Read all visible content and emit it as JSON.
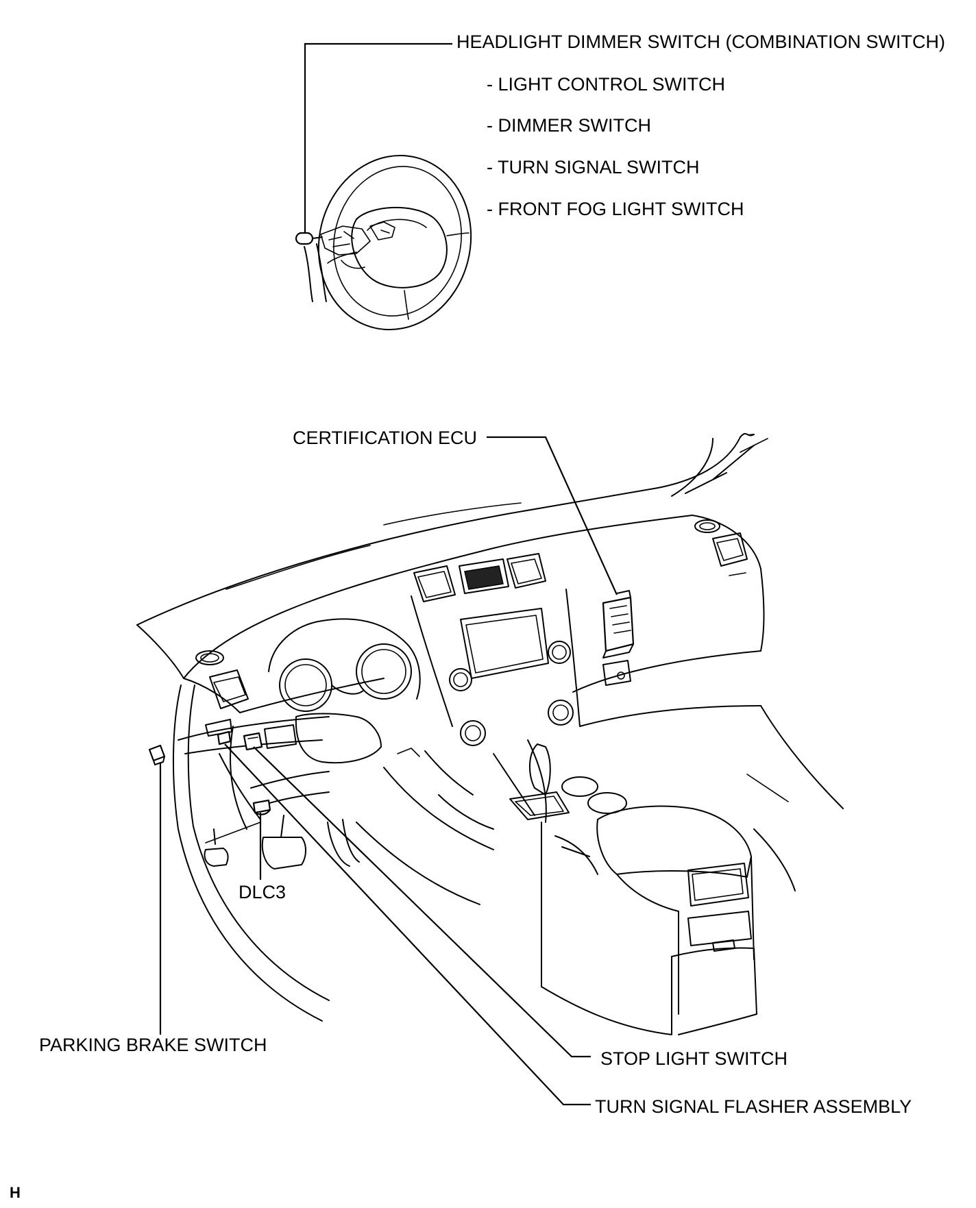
{
  "diagram": {
    "corner_mark": "H",
    "labels": {
      "headlight_dimmer_switch": "HEADLIGHT DIMMER SWITCH (COMBINATION SWITCH)",
      "light_control_switch": "- LIGHT CONTROL SWITCH",
      "dimmer_switch": "- DIMMER SWITCH",
      "turn_signal_switch": "- TURN SIGNAL SWITCH",
      "front_fog_light_switch": "- FRONT FOG LIGHT SWITCH",
      "certification_ecu": "CERTIFICATION ECU",
      "dlc3": "DLC3",
      "parking_brake_switch": "PARKING BRAKE SWITCH",
      "stop_light_switch": "STOP LIGHT SWITCH",
      "turn_signal_flasher_assembly": "TURN SIGNAL FLASHER ASSEMBLY"
    }
  }
}
